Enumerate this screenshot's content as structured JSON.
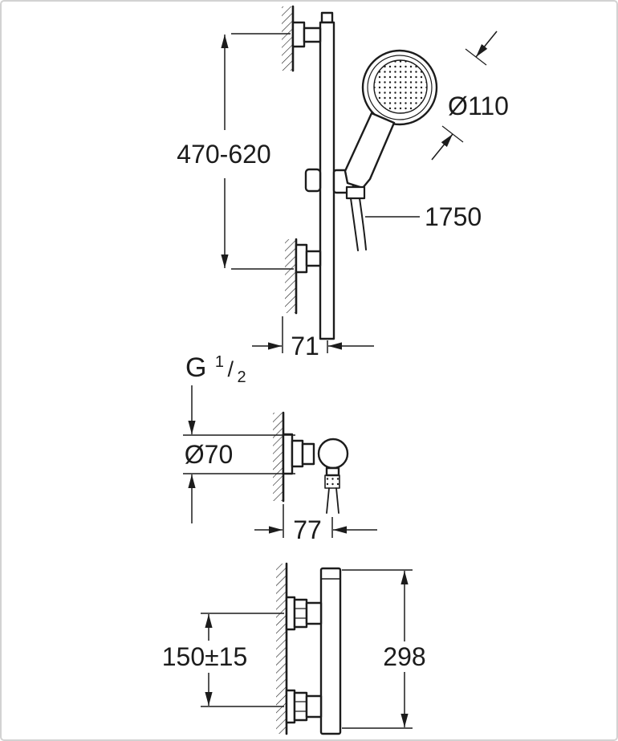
{
  "labels": {
    "rail_height": "470-620",
    "head_diameter": "Ø110",
    "hose_length": "1750",
    "rail_wall_offset": "71",
    "thread": {
      "prefix": "G",
      "numerator": "1",
      "slash": "/",
      "denominator": "2"
    },
    "rosette_diameter": "Ø70",
    "valve_depth": "77",
    "connection_distance": "150±15",
    "valve_height": "298"
  },
  "colors": {
    "line": "#1c1c1c",
    "background": "#ffffff",
    "border": "#d2d2d2"
  }
}
